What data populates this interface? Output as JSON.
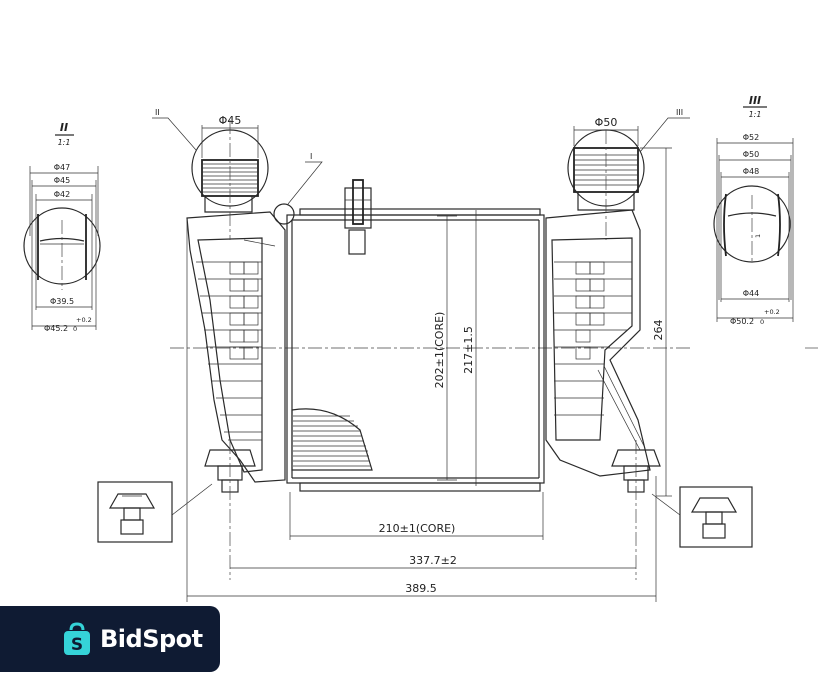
{
  "drawing": {
    "dims": {
      "core_width": "210±1(CORE)",
      "mount_spacing": "337.7±2",
      "overall_width": "389.5",
      "core_height": "202±1(CORE)",
      "height_217": "217±1.5",
      "total_height": "264",
      "inlet_diameter": "Φ45",
      "outlet_diameter": "Φ50"
    },
    "callouts": {
      "c1": "I",
      "c2": "II",
      "c3": "III"
    },
    "detail_II": {
      "title": "II",
      "scale": "1:1",
      "d47": "Φ47",
      "d45": "Φ45",
      "d42": "Φ42",
      "d395": "Φ39.5",
      "d452": "Φ45.2",
      "tol_plus": "+0.2",
      "tol_zero": "0"
    },
    "detail_III": {
      "title": "III",
      "scale": "1:1",
      "d52": "Φ52",
      "d50": "Φ50",
      "d48": "Φ48",
      "d44": "Φ44",
      "d502": "Φ50.2",
      "tol_plus": "+0.2",
      "tol_zero": "0",
      "small": "1"
    }
  },
  "brand": {
    "name": "BidSpot",
    "icon": "shopping-bag-icon",
    "bg_color": "#0f1b33",
    "accent_color": "#35d3d8"
  }
}
